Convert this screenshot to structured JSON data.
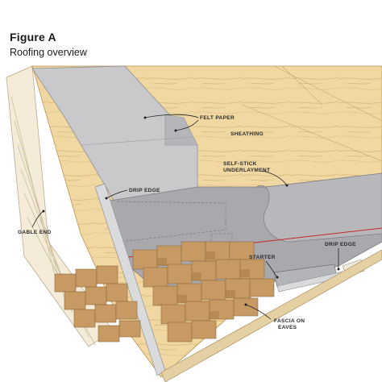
{
  "figure": {
    "title": "Figure A",
    "subtitle": "Roofing overview"
  },
  "labels": {
    "felt_paper": "FELT PAPER",
    "sheathing": "SHEATHING",
    "self_stick_line1": "SELF-STICK",
    "self_stick_line2": "UNDERLAYMENT",
    "drip_edge_left": "DRIP EDGE",
    "gable_end": "GABLE END",
    "starter": "STARTER",
    "drip_edge_right": "DRIP EDGE",
    "fascia_line1": "FASCIA ON",
    "fascia_line2": "EAVES"
  },
  "colors": {
    "sheathing": "#f1d8a3",
    "sheathing_grain": "#d9b877",
    "felt_paper": "#c9c9cc",
    "underlayment": "#a9a9ad",
    "shingle": "#c79a63",
    "shingle_dark": "#a97b47",
    "metal": "#d8dadc",
    "red_line": "#c62828",
    "siding": "#f4ecd9"
  }
}
